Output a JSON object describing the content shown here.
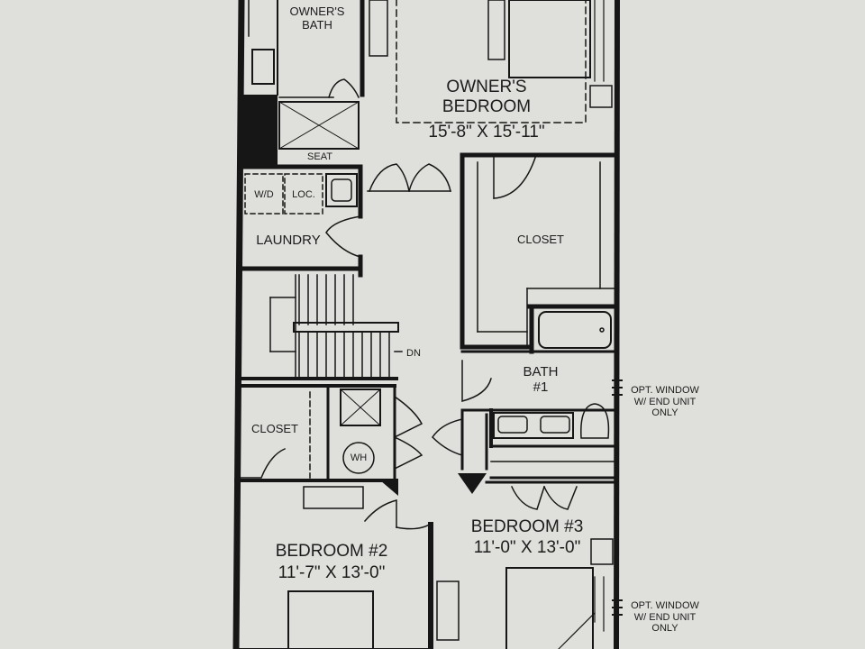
{
  "plan": {
    "owners_bath": "OWNER'S\nBATH",
    "seat": "SEAT",
    "owners_bedroom": "OWNER'S\nBEDROOM",
    "owners_bedroom_dims": "15'-8\" X 15'-11\"",
    "wd": "W/D",
    "loc": "LOC.",
    "laundry": "LAUNDRY",
    "closet_main": "CLOSET",
    "dn": "DN",
    "bath1": "BATH\n#1",
    "opt_window_1": "OPT. WINDOW\nW/ END UNIT\nONLY",
    "closet_left": "CLOSET",
    "wh": "WH",
    "bedroom3": "BEDROOM #3",
    "bedroom3_dims": "11'-0\" X 13'-0\"",
    "bedroom2": "BEDROOM #2",
    "bedroom2_dims": "11'-7\" X 13'-0\"",
    "opt_window_2": "OPT. WINDOW\nW/ END UNIT\nONLY"
  }
}
